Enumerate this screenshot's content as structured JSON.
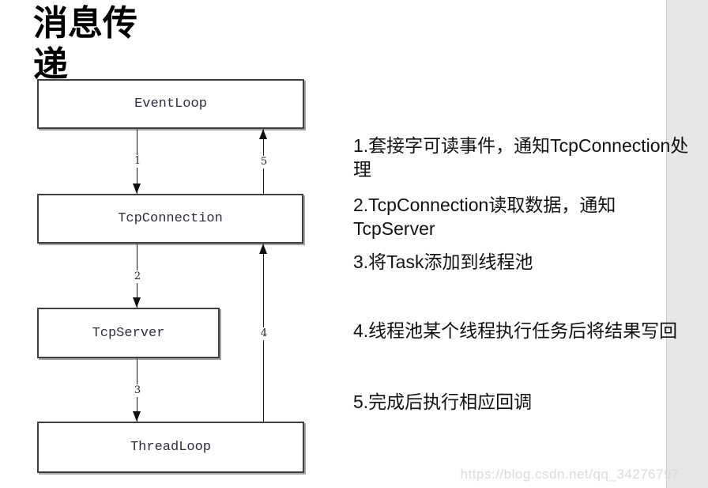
{
  "title": "消息传递",
  "diagram": {
    "nodes": [
      {
        "id": "eventloop",
        "label": "EventLoop"
      },
      {
        "id": "tcpconnection",
        "label": "TcpConnection"
      },
      {
        "id": "tcpserver",
        "label": "TcpServer"
      },
      {
        "id": "threadloop",
        "label": "ThreadLoop"
      }
    ],
    "arrows": [
      {
        "label": "1",
        "from": "EventLoop",
        "to": "TcpConnection",
        "direction": "down"
      },
      {
        "label": "2",
        "from": "TcpConnection",
        "to": "TcpServer",
        "direction": "down"
      },
      {
        "label": "3",
        "from": "TcpServer",
        "to": "ThreadLoop",
        "direction": "down"
      },
      {
        "label": "4",
        "from": "ThreadLoop",
        "to": "TcpConnection",
        "direction": "up"
      },
      {
        "label": "5",
        "from": "TcpConnection",
        "to": "EventLoop",
        "direction": "up"
      }
    ]
  },
  "notes": [
    {
      "text": "1.套接字可读事件，通知TcpConnection处理"
    },
    {
      "text": "2.TcpConnection读取数据，通知TcpServer"
    },
    {
      "text": "3.将Task添加到线程池"
    },
    {
      "text": "4.线程池某个线程执行任务后将结果写回"
    },
    {
      "text": "5.完成后执行相应回调"
    }
  ],
  "watermark": "https://blog.csdn.net/qq_34276797",
  "colors": {
    "background": "#ffffff",
    "gutter": "#e7e7e7",
    "node_border": "#3f3f3f",
    "arrow": "#111111",
    "text": "#111111",
    "watermark": "#dcdcdc"
  }
}
